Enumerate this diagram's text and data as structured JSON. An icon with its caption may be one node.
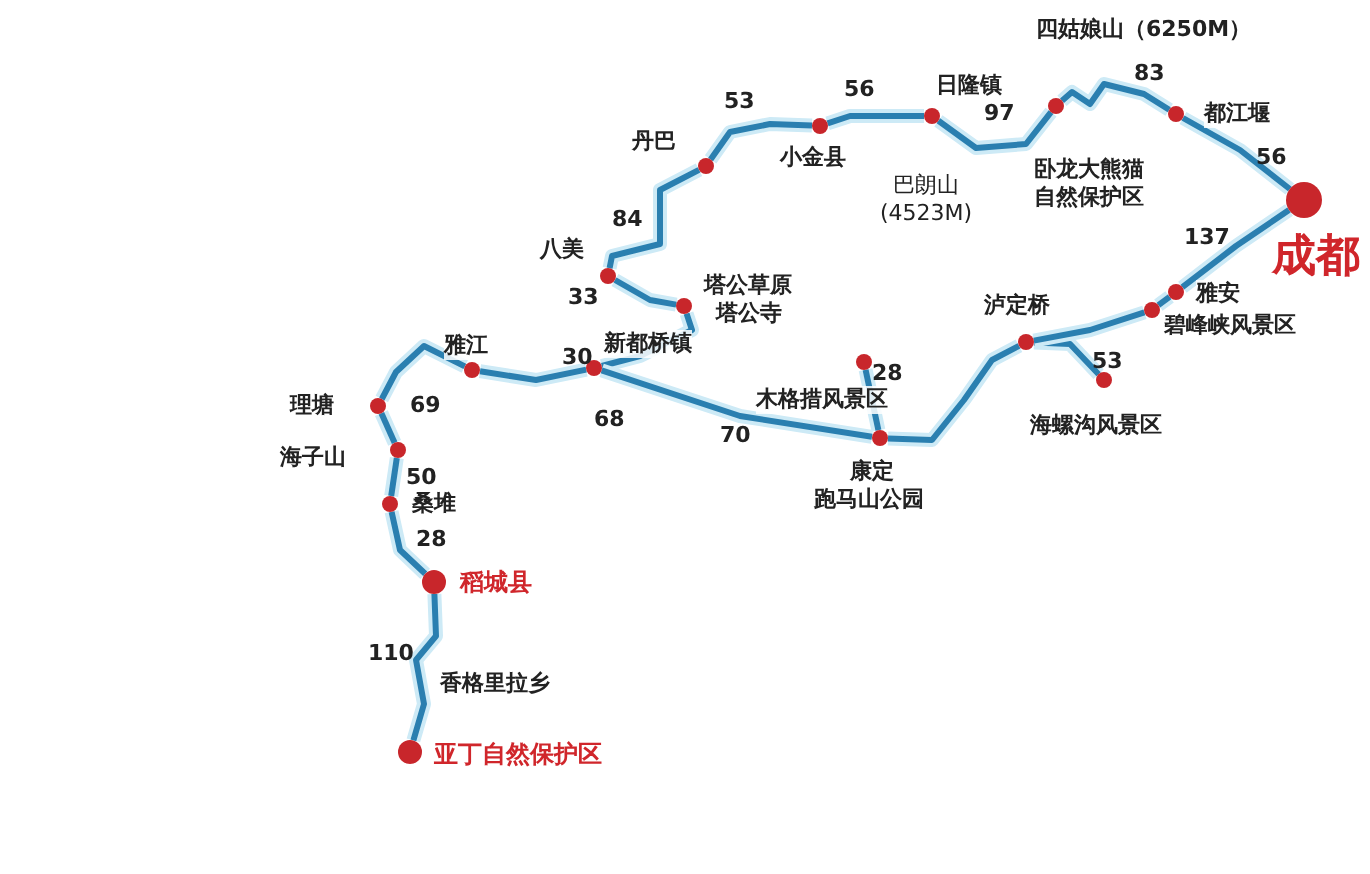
{
  "diagram": {
    "nodes": [
      {
        "text": [
          "成都"
        ]
      },
      {
        "text": [
          "都江堰"
        ]
      },
      {
        "text": [
          "卧龙大熊猫自然保护区"
        ]
      },
      {
        "text": [
          "日隆镇"
        ]
      },
      {
        "text": [
          "小金县"
        ]
      },
      {
        "text": [
          "丹巴"
        ]
      },
      {
        "text": [
          "八美"
        ]
      },
      {
        "text": [
          "塔公草原",
          "塔公寺"
        ]
      },
      {
        "text": [
          "新都桥镇"
        ]
      },
      {
        "text": [
          "雅江"
        ]
      },
      {
        "text": [
          "理塘"
        ]
      },
      {
        "text": [
          "海子山"
        ]
      },
      {
        "text": [
          "桑堆"
        ]
      },
      {
        "text": [
          "稻城县"
        ]
      },
      {
        "text": [
          "亚丁自然保护区"
        ]
      },
      {
        "text": [
          "康定",
          "跑马山公园"
        ]
      },
      {
        "text": [
          "木格措风景区"
        ]
      },
      {
        "text": [
          "泸定桥"
        ]
      },
      {
        "text": [
          "海螺沟风景区"
        ]
      },
      {
        "text": [
          "碧峰峡风景区"
        ]
      },
      {
        "text": [
          "雅安"
        ]
      }
    ],
    "edges": [
      {
        "from": 0,
        "to": 1,
        "arrow": "none",
        "label": "56"
      },
      {
        "from": 1,
        "to": 2,
        "arrow": "none",
        "label": "83"
      },
      {
        "from": 2,
        "to": 3,
        "arrow": "none",
        "label": "97"
      },
      {
        "from": 3,
        "to": 4,
        "arrow": "none",
        "label": "56"
      },
      {
        "from": 4,
        "to": 5,
        "arrow": "none",
        "label": "53"
      },
      {
        "from": 5,
        "to": 6,
        "arrow": "none",
        "label": "84"
      },
      {
        "from": 6,
        "to": 7,
        "arrow": "none",
        "label": "33"
      },
      {
        "from": 7,
        "to": 8,
        "arrow": "none"
      },
      {
        "from": 8,
        "to": 9,
        "arrow": "none"
      },
      {
        "from": 9,
        "to": 10,
        "arrow": "none",
        "label": "69"
      },
      {
        "from": 10,
        "to": 11,
        "arrow": "none"
      },
      {
        "from": 11,
        "to": 12,
        "arrow": "none",
        "label": "50"
      },
      {
        "from": 12,
        "to": 13,
        "arrow": "none",
        "label": "28"
      },
      {
        "from": 13,
        "to": 14,
        "arrow": "none",
        "label": "110"
      },
      {
        "from": 8,
        "to": 15,
        "arrow": "none"
      },
      {
        "from": 15,
        "to": 16,
        "arrow": "none",
        "label": "28"
      },
      {
        "from": 15,
        "to": 17,
        "arrow": "none"
      },
      {
        "from": 17,
        "to": 18,
        "arrow": "none",
        "label": "53"
      },
      {
        "from": 17,
        "to": 19,
        "arrow": "none"
      },
      {
        "from": 19,
        "to": 20,
        "arrow": "none"
      },
      {
        "from": 20,
        "to": 0,
        "arrow": "none",
        "label": "137"
      }
    ],
    "labels": [
      "四姑娘山（6250M）",
      "巴朗山(4523M)",
      "30",
      "68",
      "70",
      "香格里拉乡"
    ]
  }
}
